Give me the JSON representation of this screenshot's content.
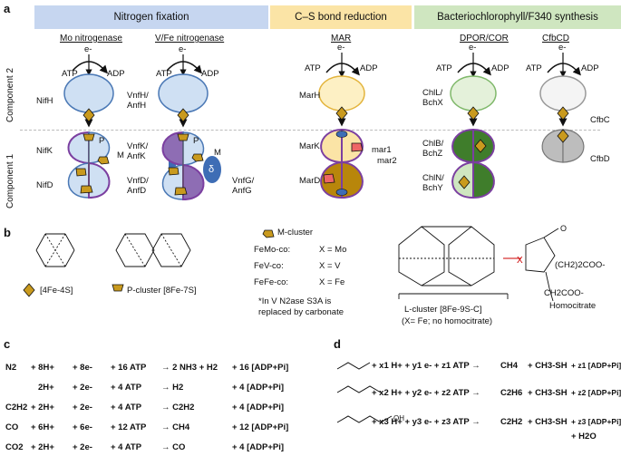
{
  "panels": {
    "a": "a",
    "b": "b",
    "c": "c",
    "d": "d"
  },
  "colors": {
    "nitrogen_header": "#c6d6f0",
    "cs_header": "#fbe4a6",
    "bchl_header": "#cfe6c0",
    "cluster": "#c99a1e",
    "purple": "#7b3fa0",
    "green": "#3f7d2b",
    "gold": "#b8860b"
  },
  "headers": {
    "nitrogen": "Nitrogen fixation",
    "cs": "C–S bond reduction",
    "bchl": "Bacteriochlorophyll/F340 synthesis"
  },
  "enzymes": {
    "mo": "Mo nitrogenase",
    "vfe": "V/Fe nitrogenase",
    "mar": "MAR",
    "dpor": "DPOR/COR",
    "cfbcd": "CfbCD"
  },
  "axis": {
    "comp2": "Component 2",
    "comp1": "Component 1"
  },
  "atp": {
    "atp": "ATP",
    "adp": "ADP",
    "e": "e-"
  },
  "mo_labels": {
    "h": "NifH",
    "k": "NifK",
    "d": "NifD",
    "p": "P",
    "m": "M"
  },
  "vfe_labels": {
    "h1": "VnfH/",
    "h2": "AnfH",
    "k1": "VnfK/",
    "k2": "AnfK",
    "d1": "VnfD/",
    "d2": "AnfD",
    "g1": "VnfG/",
    "g2": "AnfG",
    "p": "P",
    "m": "M",
    "delta": "δ"
  },
  "mar_labels": {
    "h": "MarH",
    "k": "MarK",
    "d": "MarD",
    "mar1": "mar1",
    "mar2": "mar2"
  },
  "dpor_labels": {
    "l1": "ChlL/",
    "l2": "BchX",
    "b1": "ChlB/",
    "b2": "BchZ",
    "n1": "ChlN/",
    "n2": "BchY"
  },
  "cfb_labels": {
    "c": "CfbC",
    "d": "CfbD"
  },
  "b": {
    "fe4s4_label": "[4Fe-4S]",
    "pcluster_label": "P-cluster [8Fe-7S]",
    "mcluster_label": "M-cluster",
    "cofactors": [
      {
        "name": "FeMo-co:",
        "x": "X = Mo"
      },
      {
        "name": "FeV-co:",
        "x": "X = V"
      },
      {
        "name": "FeFe-co:",
        "x": "X = Fe"
      }
    ],
    "note1": "*In V N2ase S3A is",
    "note2": "replaced by carbonate",
    "lcluster1": "L-cluster [8Fe-9S-C]",
    "lcluster2": "(X= Fe; no homocitrate)",
    "homocitrate": "Homocitrate",
    "sidechain1": "(CH2)2COO-",
    "sidechain2": "CH2COO-",
    "carbonyl": "O",
    "xatom": "X"
  },
  "c_rows": [
    {
      "a": "N2",
      "b": "+ 8H+",
      "c": "+   8e-",
      "d": "+  16 ATP",
      "e": "→  2 NH3  +  H2",
      "f": "+  16 [ADP+Pi]"
    },
    {
      "a": "",
      "b": "2H+",
      "c": "+   2e-",
      "d": "+   4 ATP",
      "e": "→              H2",
      "f": "+   4 [ADP+Pi]"
    },
    {
      "a": "C2H2",
      "b": "+ 2H+",
      "c": "+   2e-",
      "d": "+   4 ATP",
      "e": "→  C2H2",
      "f": "+   4 [ADP+Pi]"
    },
    {
      "a": "CO",
      "b": "+ 6H+",
      "c": "+   6e-",
      "d": "+  12 ATP",
      "e": "→   CH4",
      "f": "+  12 [ADP+Pi]"
    },
    {
      "a": "CO2",
      "b": "+ 2H+",
      "c": "+  2e-",
      "d": "+   4 ATP",
      "e": "→   CO",
      "f": "+   4 [ADP+Pi]"
    }
  ],
  "d_rows": [
    {
      "lhs": "+ x1 H+ + y1 e- + z1 ATP →",
      "p1": "CH4",
      "p2": "+  CH3-SH",
      "p3": "+  z1 [ADP+Pi]"
    },
    {
      "lhs": "+ x2 H+ + y2 e- + z2 ATP →",
      "p1": "C2H6",
      "p2": "+  CH3-SH",
      "p3": "+  z2 [ADP+Pi]"
    },
    {
      "lhs": "+ x3 H+ + y3 e- + z3 ATP →",
      "p1": "C2H2",
      "p2": "+  CH3-SH",
      "p3": "+  z3 [ADP+Pi]"
    }
  ],
  "d_extra": "+ H2O",
  "d_oh": "OH"
}
